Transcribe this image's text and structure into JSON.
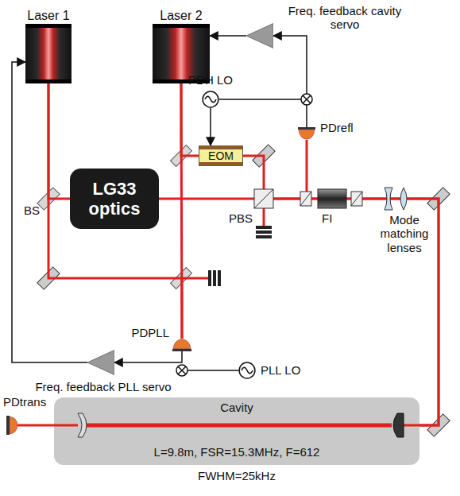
{
  "diagram": {
    "nodes": [
      {
        "text": [
          "Laser 1"
        ]
      },
      {
        "text": [
          "Laser 2"
        ]
      },
      {
        "text": [
          "LG33 optics"
        ]
      },
      {
        "text": [
          "EOM"
        ]
      },
      {
        "text": [
          "PDrefl"
        ]
      },
      {
        "text": [
          "PDPLL"
        ]
      },
      {
        "text": [
          "PDtrans"
        ]
      },
      {
        "text": [
          "Cavity",
          "L=9.8m, FSR=15.3MHz, F=612",
          "FWHM=25kHz"
        ]
      },
      {
        "text": [
          "PDH LO"
        ]
      },
      {
        "text": [
          "PLL LO"
        ]
      },
      {
        "text": [
          "Freq. feedback cavity servo"
        ]
      },
      {
        "text": [
          "Freq. feedback PLL servo"
        ]
      }
    ],
    "edges": [
      {
        "from": 0,
        "to": 2,
        "arrow": "none"
      },
      {
        "from": 1,
        "to": 3,
        "arrow": "none"
      },
      {
        "from": 1,
        "to": 5,
        "arrow": "none"
      },
      {
        "from": 0,
        "to": 5,
        "arrow": "none"
      },
      {
        "from": 2,
        "to": 7,
        "arrow": "none"
      },
      {
        "from": 3,
        "to": 7,
        "arrow": "none"
      },
      {
        "from": 7,
        "to": 6,
        "arrow": "none"
      },
      {
        "from": 8,
        "to": 3,
        "arrow": "to"
      },
      {
        "from": 4,
        "to": 10,
        "arrow": "to"
      },
      {
        "from": 10,
        "to": 1,
        "arrow": "to"
      },
      {
        "from": 5,
        "to": 11,
        "arrow": "to"
      },
      {
        "from": 11,
        "to": 0,
        "arrow": "to"
      }
    ],
    "labels": [
      "BS",
      "PBS",
      "FI",
      "Mode matching lenses"
    ]
  }
}
